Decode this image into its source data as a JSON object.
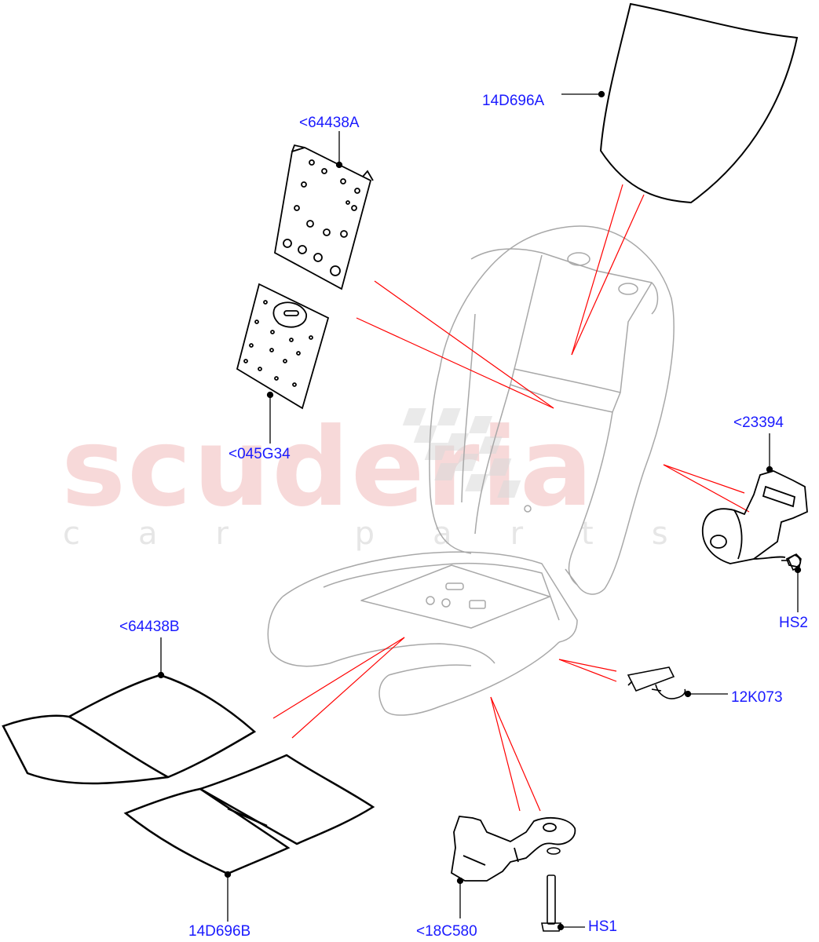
{
  "watermark": {
    "brand": "scuderia",
    "tagline": "car parts"
  },
  "callouts": {
    "headrest_pad": "14D696A",
    "back_panel_upper": "<64438A",
    "back_panel_lower": "<045G34",
    "seat_module": "<23394",
    "module_screw": "HS2",
    "cushion_mat": "<64438B",
    "connector_clip": "12K073",
    "cushion_pads": "14D696B",
    "wiring_harness": "<18C580",
    "harness_bolt": "HS1"
  },
  "colors": {
    "label": "#1a1aff",
    "leader": "#000000",
    "pointer": "#ff0000",
    "seat_outline": "#a8a8a8",
    "part_outline": "#000000"
  }
}
